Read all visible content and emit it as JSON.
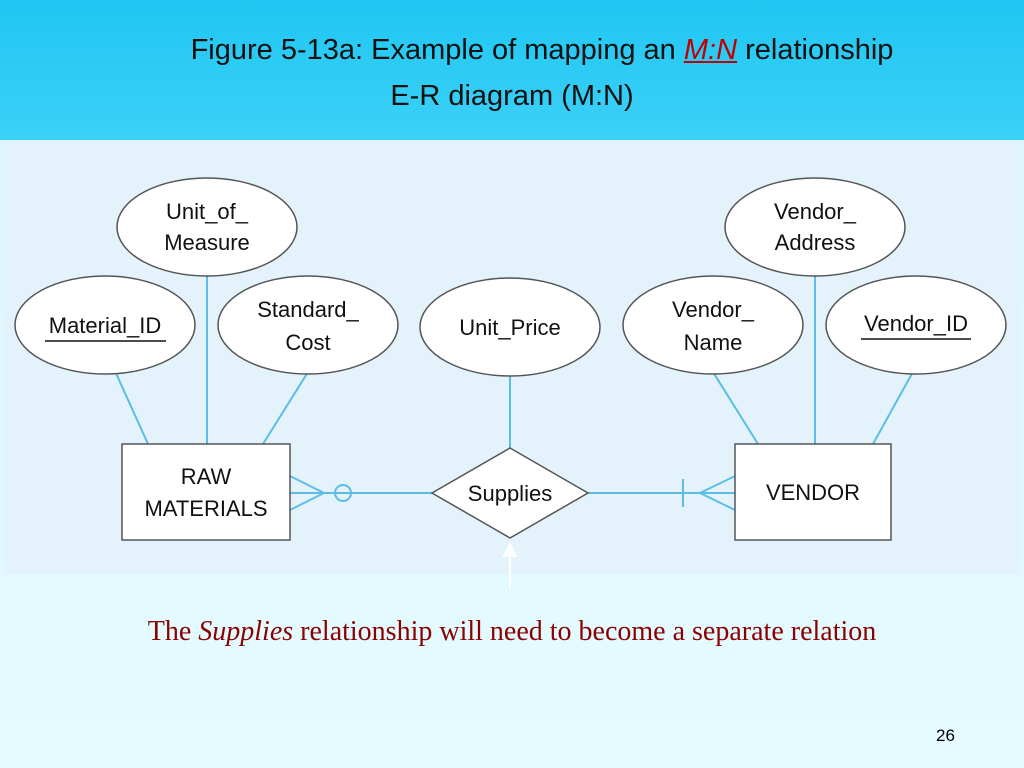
{
  "slide": {
    "title_prefix": "Figure 5-13a: Example of mapping an ",
    "title_emph": "M:N",
    "title_suffix": " relationship",
    "subtitle": "E-R diagram (M:N)",
    "page_number": "26"
  },
  "diagram": {
    "entities": [
      {
        "id": "raw",
        "lines": [
          "RAW",
          "MATERIALS"
        ]
      },
      {
        "id": "vendor",
        "lines": [
          "VENDOR"
        ]
      }
    ],
    "relationship": {
      "label": "Supplies"
    },
    "attributes": [
      {
        "id": "unit_of_measure",
        "lines": [
          "Unit_of_",
          "Measure"
        ],
        "key": false
      },
      {
        "id": "material_id",
        "lines": [
          "Material_ID"
        ],
        "key": true
      },
      {
        "id": "standard_cost",
        "lines": [
          "Standard_",
          "Cost"
        ],
        "key": false
      },
      {
        "id": "unit_price",
        "lines": [
          "Unit_Price"
        ],
        "key": false
      },
      {
        "id": "vendor_address",
        "lines": [
          "Vendor_",
          "Address"
        ],
        "key": false
      },
      {
        "id": "vendor_name",
        "lines": [
          "Vendor_",
          "Name"
        ],
        "key": false
      },
      {
        "id": "vendor_id",
        "lines": [
          "Vendor_ID"
        ],
        "key": true
      }
    ]
  },
  "note": {
    "prefix": "The ",
    "emph": "Supplies",
    "suffix": " relationship will need to become a separate relation"
  },
  "colors": {
    "header": "#29c9f4",
    "panel": "#e3f2fb",
    "connector": "#5bbde6",
    "note_text": "#8b0000",
    "emph": "#c00000"
  }
}
